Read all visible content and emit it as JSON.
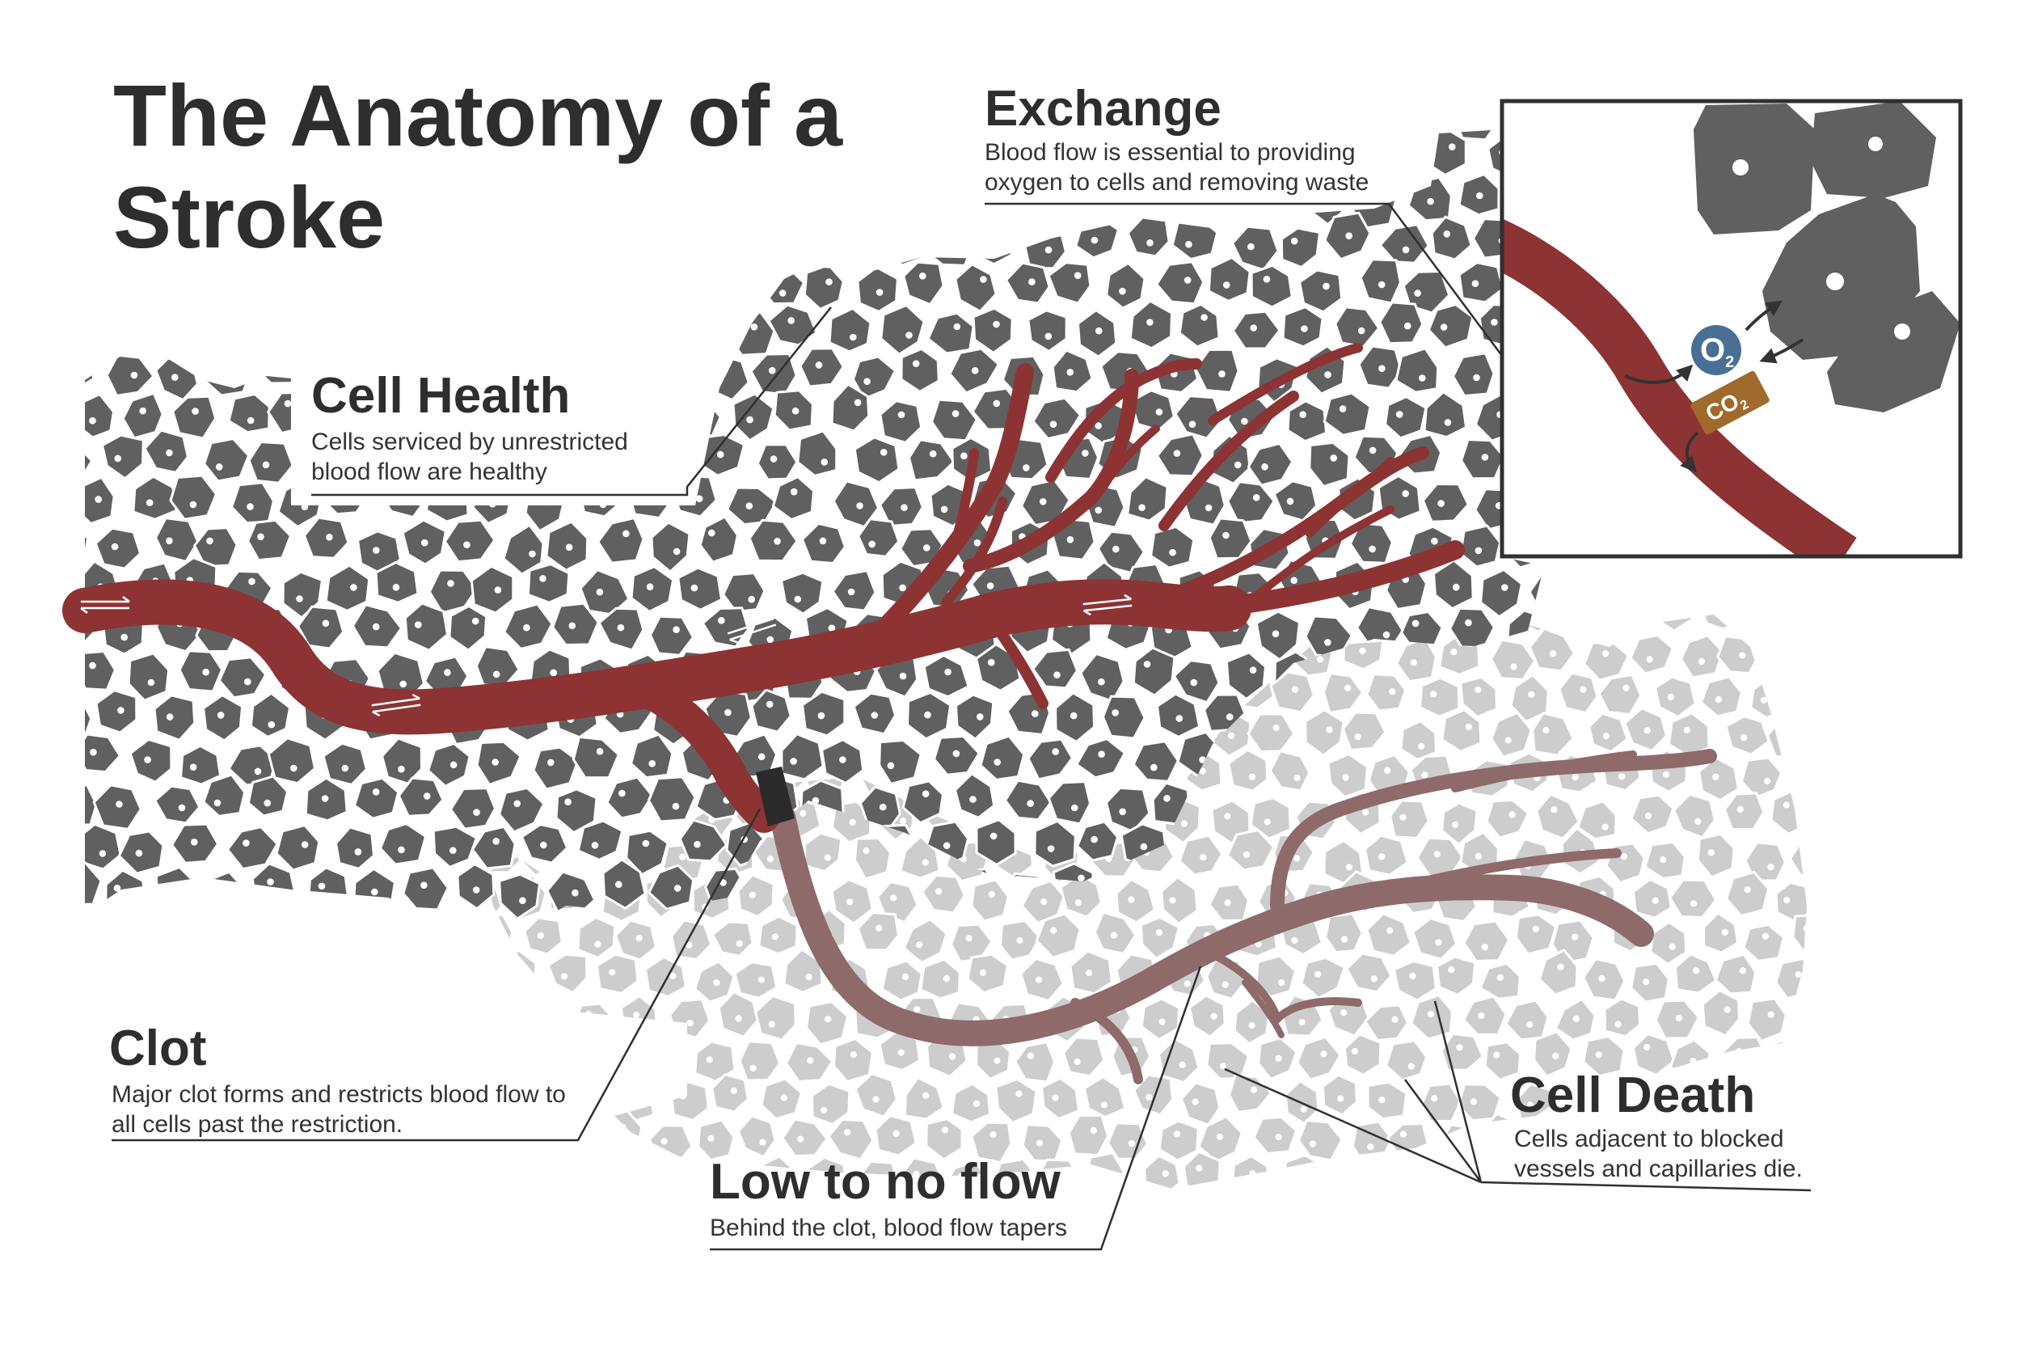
{
  "title": "The Anatomy of a Stroke",
  "labels": {
    "cell_health": {
      "heading": "Cell Health",
      "text": "Cells serviced by unrestricted blood flow are healthy"
    },
    "exchange": {
      "heading": "Exchange",
      "text": "Blood flow is essential to providing oxygen to cells and removing waste"
    },
    "clot": {
      "heading": "Clot",
      "text": "Major clot forms and restricts blood flow to all cells past the restriction."
    },
    "low_flow": {
      "heading": "Low to no flow",
      "text": "Behind the clot, blood flow tapers"
    },
    "cell_death": {
      "heading": "Cell Death",
      "text": "Cells adjacent to blocked vessels and capillaries die."
    }
  },
  "inset": {
    "o2": "O",
    "o2_sub": "2",
    "co2": "CO",
    "co2_sub": "2"
  },
  "colors": {
    "healthy_cell": "#606060",
    "dead_cell": "#cdcdcd",
    "vessel": "#8e3333",
    "dead_vessel": "#8f6a6a",
    "clot": "#2a2a2a",
    "o2_badge": "#4a6f95",
    "co2_badge": "#a06a2c",
    "text": "#2e2e2e"
  }
}
